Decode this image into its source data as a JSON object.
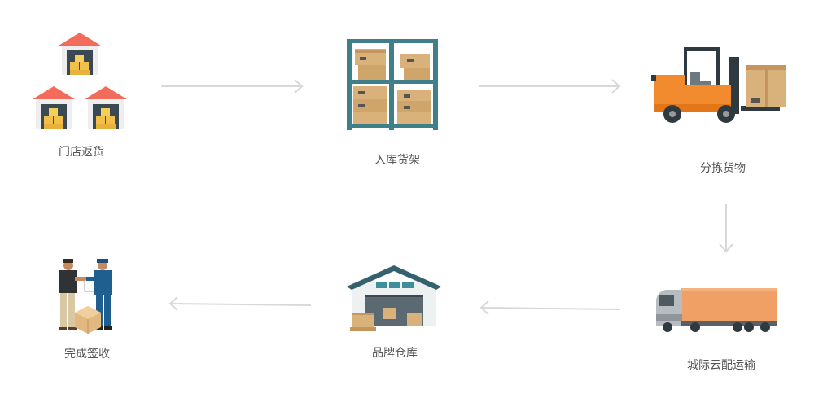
{
  "steps": [
    {
      "label": "门店返货",
      "icon": "stores-icon"
    },
    {
      "label": "入库货架",
      "icon": "shelf-icon"
    },
    {
      "label": "分拣货物",
      "icon": "forklift-icon"
    },
    {
      "label": "城际云配运输",
      "icon": "truck-icon"
    },
    {
      "label": "品牌仓库",
      "icon": "warehouse-icon"
    },
    {
      "label": "完成签收",
      "icon": "handover-icon"
    }
  ],
  "colors": {
    "arrow": "#d8d8d8",
    "roof": "#f36b5a",
    "box": "#f0c04a",
    "shelf": "#3f7f8a",
    "cardboard": "#d9b17a",
    "forklift": "#f28a2e",
    "truck_body": "#f0a064",
    "warehouse_roof": "#35606d",
    "label": "#555555"
  }
}
